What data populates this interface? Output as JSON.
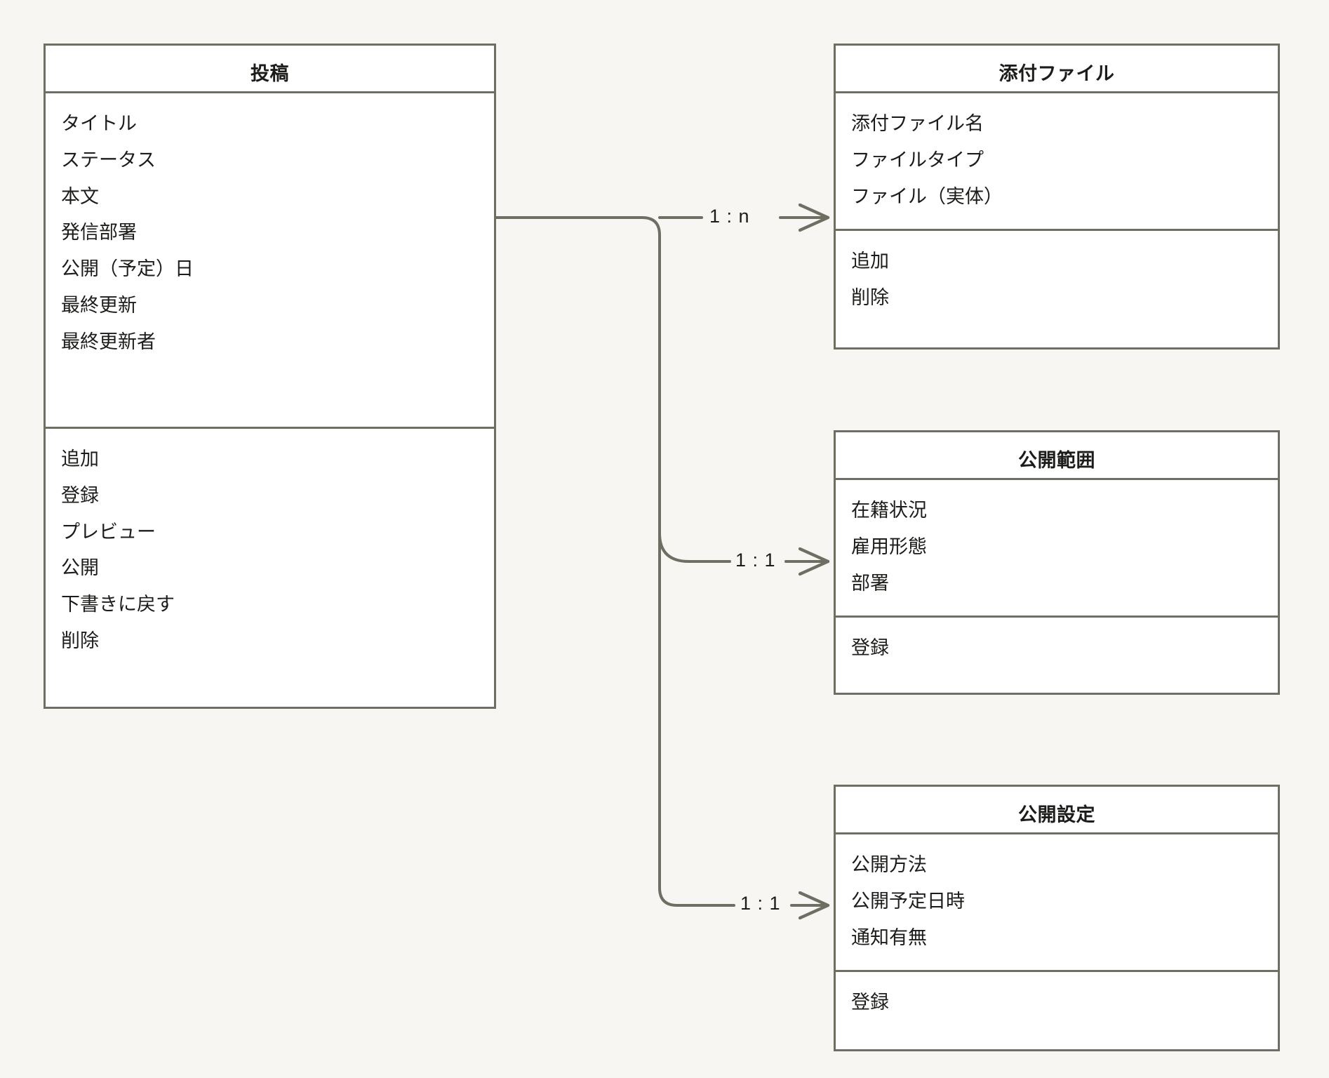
{
  "diagram": {
    "type": "uml-class-diagram",
    "background_color": "#f7f6f3",
    "border_color": "#6f6e63",
    "text_color": "#1c1c1a",
    "box_fill": "#ffffff"
  },
  "classes": [
    {
      "id": "post",
      "name": "投稿",
      "attributes": [
        "タイトル",
        "ステータス",
        "本文",
        "発信部署",
        "公開（予定）日",
        "最終更新",
        "最終更新者"
      ],
      "methods": [
        "追加",
        "登録",
        "プレビュー",
        "公開",
        "下書きに戻す",
        "削除"
      ]
    },
    {
      "id": "attachment",
      "name": "添付ファイル",
      "attributes": [
        "添付ファイル名",
        "ファイルタイプ",
        "ファイル（実体）"
      ],
      "methods": [
        "追加",
        "削除"
      ]
    },
    {
      "id": "scope",
      "name": "公開範囲",
      "attributes": [
        "在籍状況",
        "雇用形態",
        "部署"
      ],
      "methods": [
        "登録"
      ]
    },
    {
      "id": "settings",
      "name": "公開設定",
      "attributes": [
        "公開方法",
        "公開予定日時",
        "通知有無"
      ],
      "methods": [
        "登録"
      ]
    }
  ],
  "relations": [
    {
      "id": "rel-post-attachment",
      "from": "post",
      "to": "attachment",
      "multiplicity": "1 : n"
    },
    {
      "id": "rel-post-scope",
      "from": "post",
      "to": "scope",
      "multiplicity": "1 : 1"
    },
    {
      "id": "rel-post-settings",
      "from": "post",
      "to": "settings",
      "multiplicity": "1 : 1"
    }
  ]
}
